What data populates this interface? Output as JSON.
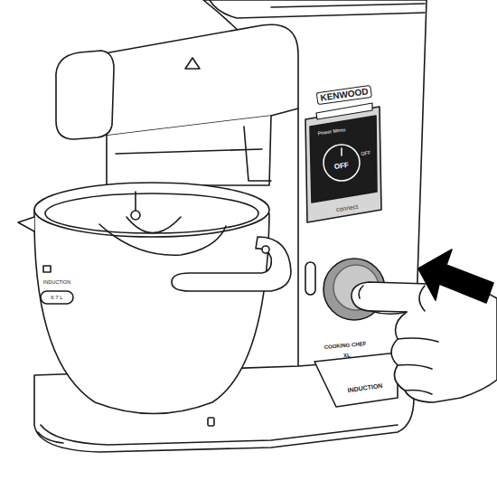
{
  "diagram": {
    "labels": [
      "KENWOOD",
      "Power Menu",
      "OFF",
      "OFF",
      "connect",
      "INDUCTION",
      "6.7 L",
      "COOKING CHEF",
      "XL",
      "INDUCTION"
    ]
  }
}
